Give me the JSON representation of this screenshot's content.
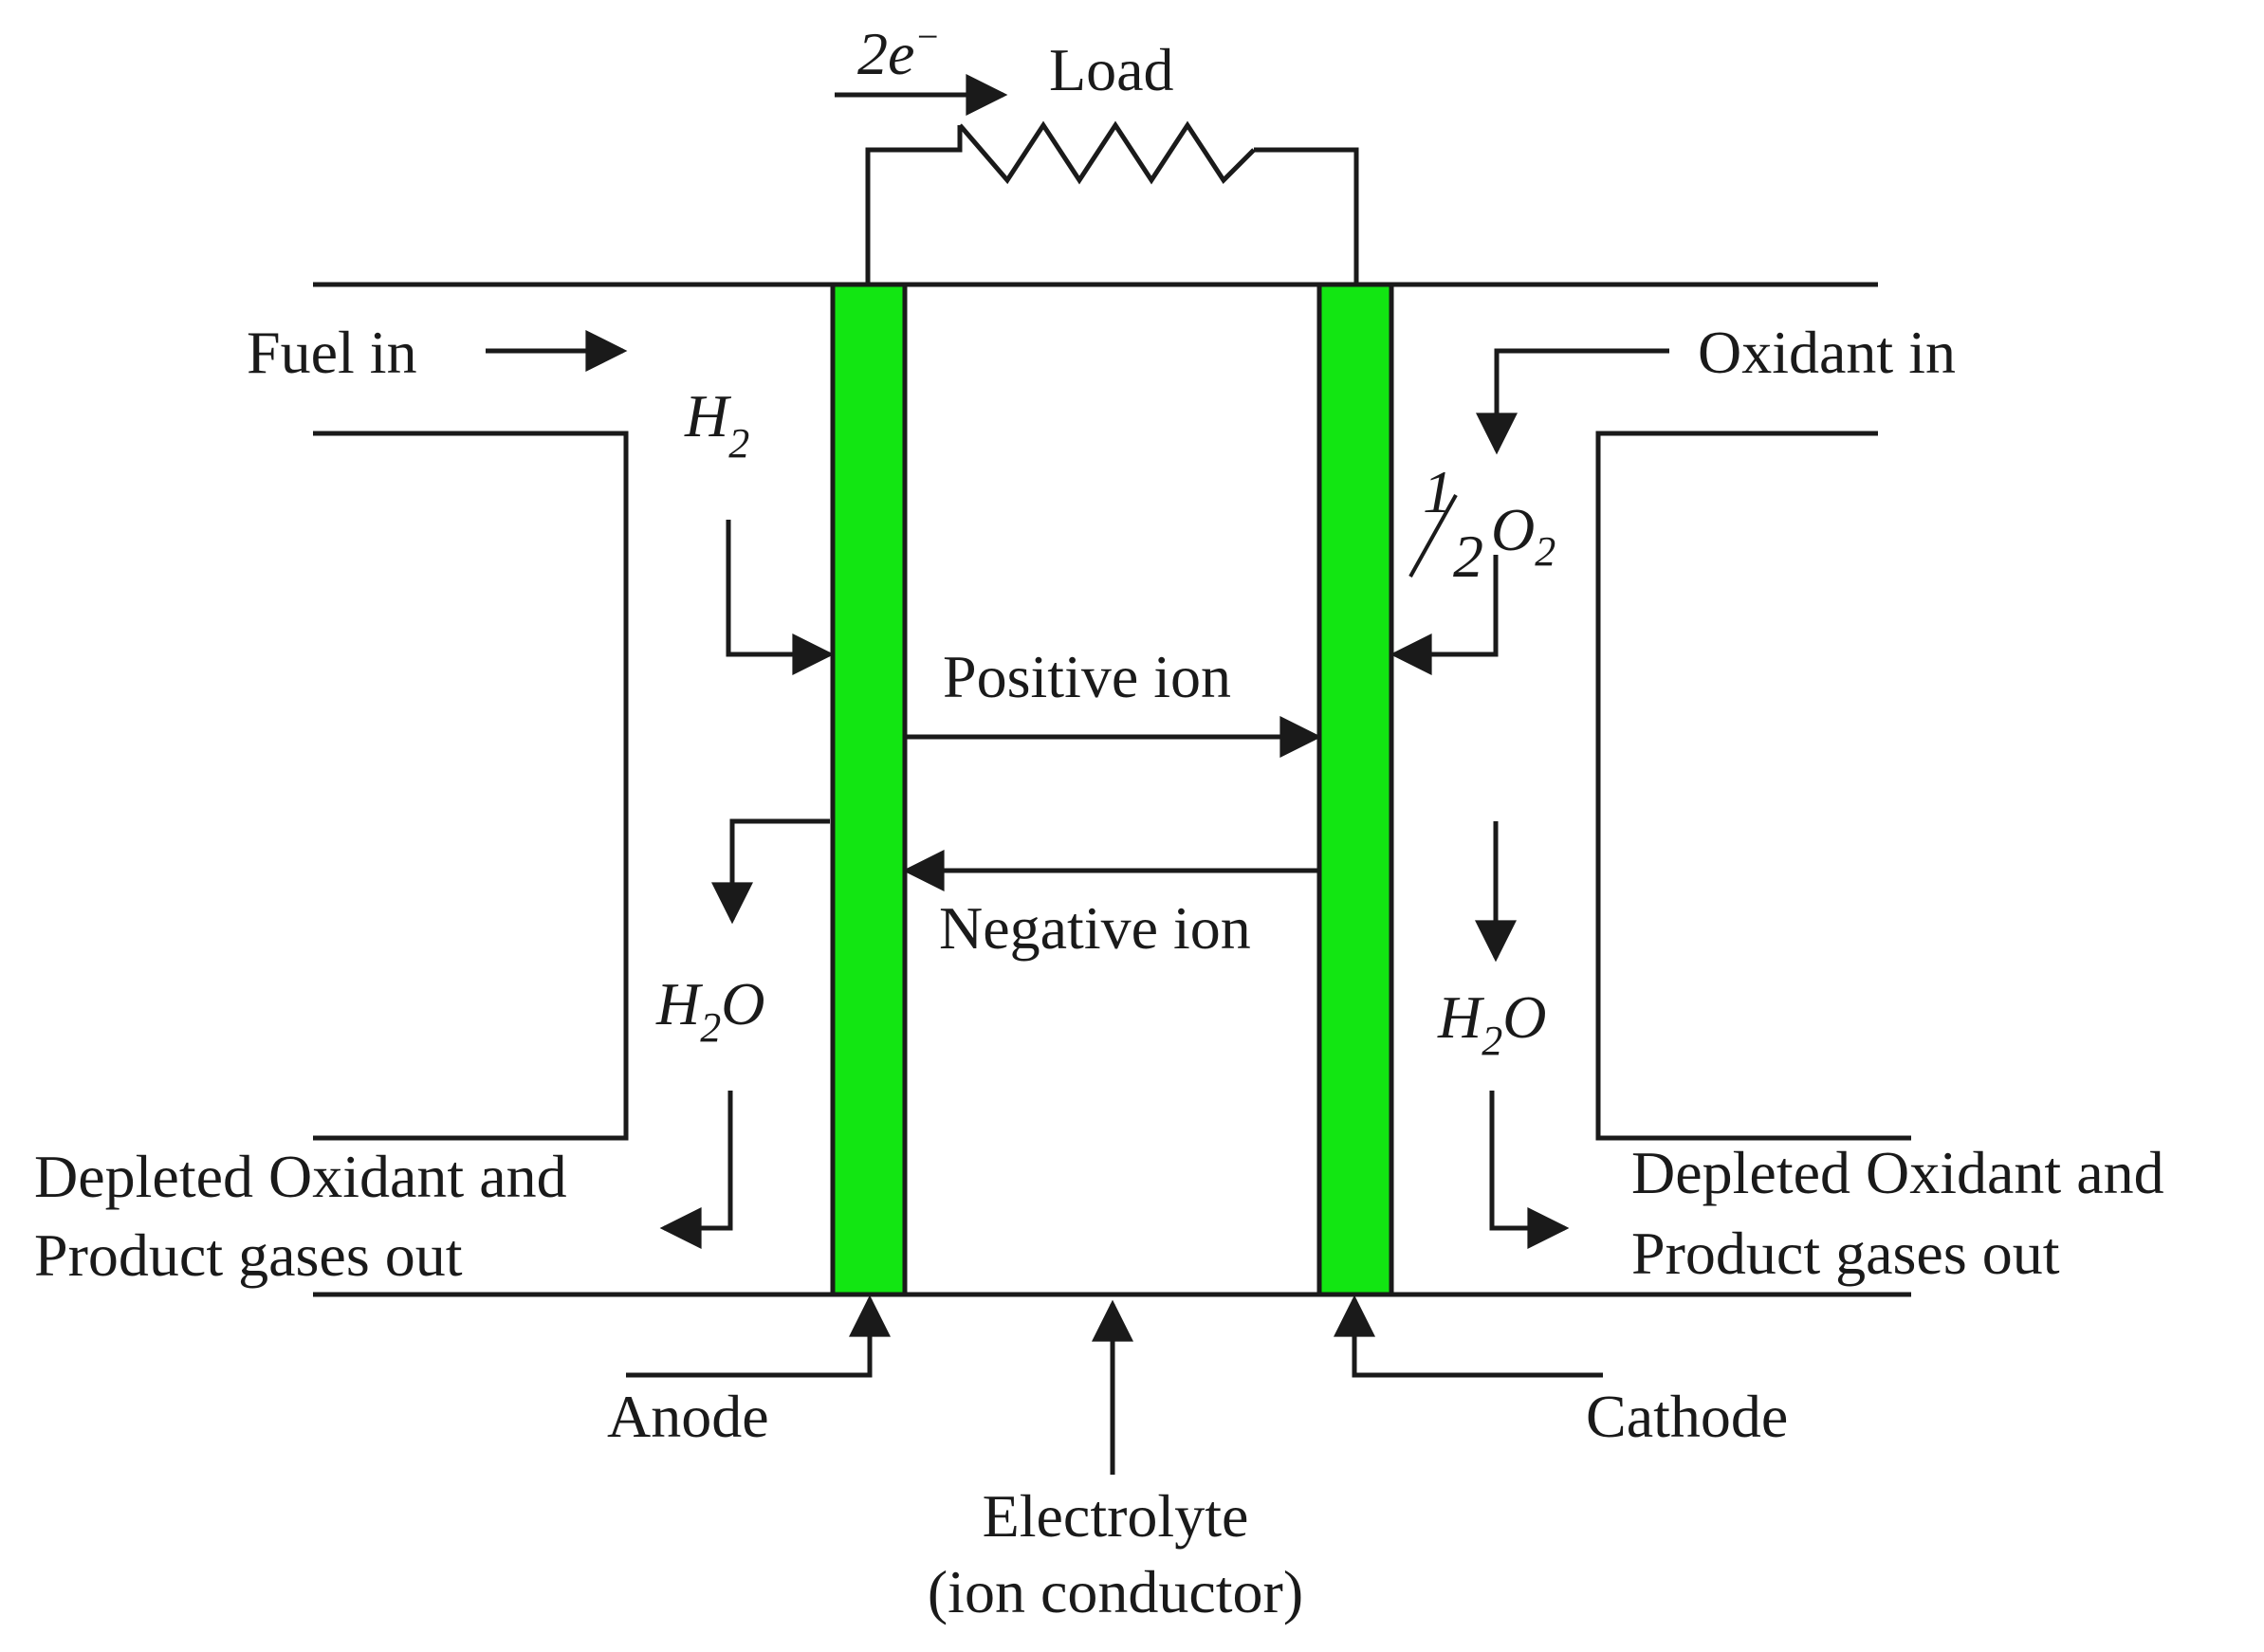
{
  "labels": {
    "electron": "2e",
    "electron_charge": "−",
    "load": "Load",
    "fuel_in": "Fuel in",
    "oxidant_in": "Oxidant in",
    "hydrogen": "H",
    "hydrogen_sub": "2",
    "oxygen_half_num": "1",
    "oxygen_half_den": "2",
    "oxygen": "O",
    "oxygen_sub": "2",
    "positive_ion": "Positive ion",
    "negative_ion": "Negative ion",
    "water_h": "H",
    "water_sub": "2",
    "water_o": "O",
    "depleted_line1": "Depleted Oxidant and",
    "depleted_line2": "Product gases out",
    "anode": "Anode",
    "cathode": "Cathode",
    "electrolyte_line1": "Electrolyte",
    "electrolyte_line2": "(ion conductor)"
  },
  "colors": {
    "electrode": "#12e612",
    "line": "#1a1a1a"
  }
}
